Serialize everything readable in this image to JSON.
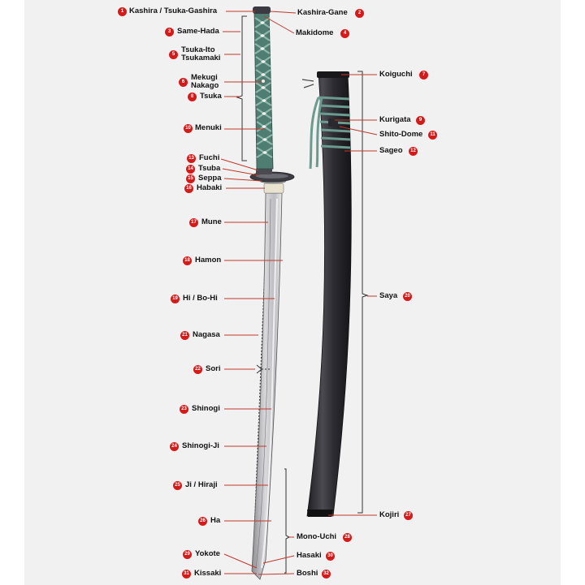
{
  "title": "",
  "accent_color": "#d51a1a",
  "handle_wrap_color": "#5e8d80",
  "scabbard_color": "#2b2b2f",
  "parts": [
    {
      "num": "1",
      "name": "Kashira / Tsuka-Gashira"
    },
    {
      "num": "2",
      "name": "Kashira-Gane"
    },
    {
      "num": "3",
      "name": "Same-Hada"
    },
    {
      "num": "4",
      "name": "Makidome"
    },
    {
      "num": "5",
      "name": "Tsuka-Ito Tsukamaki"
    },
    {
      "num": "6",
      "name": "Mekugi Nakago"
    },
    {
      "num": "7",
      "name": "Koiguchi"
    },
    {
      "num": "8",
      "name": "Tsuka"
    },
    {
      "num": "9",
      "name": "Kurigata"
    },
    {
      "num": "10",
      "name": "Menuki"
    },
    {
      "num": "11",
      "name": "Shito-Dome"
    },
    {
      "num": "12",
      "name": "Sageo"
    },
    {
      "num": "13",
      "name": "Fuchi"
    },
    {
      "num": "14",
      "name": "Tsuba"
    },
    {
      "num": "15",
      "name": "Seppa"
    },
    {
      "num": "16",
      "name": "Habaki"
    },
    {
      "num": "17",
      "name": "Mune"
    },
    {
      "num": "18",
      "name": "Hamon"
    },
    {
      "num": "19",
      "name": "Hi / Bo-Hi"
    },
    {
      "num": "20",
      "name": "Saya"
    },
    {
      "num": "21",
      "name": "Nagasa"
    },
    {
      "num": "22",
      "name": "Sori"
    },
    {
      "num": "23",
      "name": "Shinogi"
    },
    {
      "num": "24",
      "name": "Shinogi-Ji"
    },
    {
      "num": "25",
      "name": "Ji / Hiraji"
    },
    {
      "num": "26",
      "name": "Ha"
    },
    {
      "num": "27",
      "name": "Kojiri"
    },
    {
      "num": "28",
      "name": "Mono-Uchi"
    },
    {
      "num": "29",
      "name": "Yokote"
    },
    {
      "num": "30",
      "name": "Hasaki"
    },
    {
      "num": "31",
      "name": "Kissaki"
    },
    {
      "num": "32",
      "name": "Boshi"
    }
  ]
}
